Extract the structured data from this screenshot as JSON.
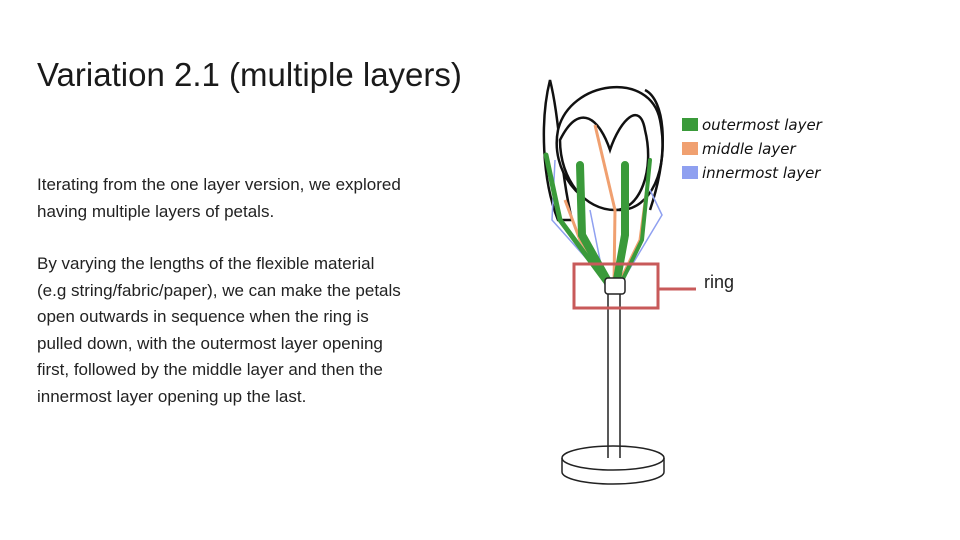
{
  "title": "Variation 2.1 (multiple layers)",
  "paragraphs": [
    "Iterating from the one layer version, we explored having multiple layers of petals.",
    "By varying the lengths of the flexible material (e.g string/fabric/paper), we can make the petals open outwards in sequence when the ring is pulled down, with the outermost layer opening first, followed by the middle layer and then the innermost layer opening up the last."
  ],
  "legend": [
    {
      "label": "outermost layer",
      "color": "#3a9a3a"
    },
    {
      "label": "middle layer",
      "color": "#f0a070"
    },
    {
      "label": "innermost layer",
      "color": "#8fa0f0"
    }
  ],
  "ring_label": "ring",
  "ring_color": "#c85a5a"
}
